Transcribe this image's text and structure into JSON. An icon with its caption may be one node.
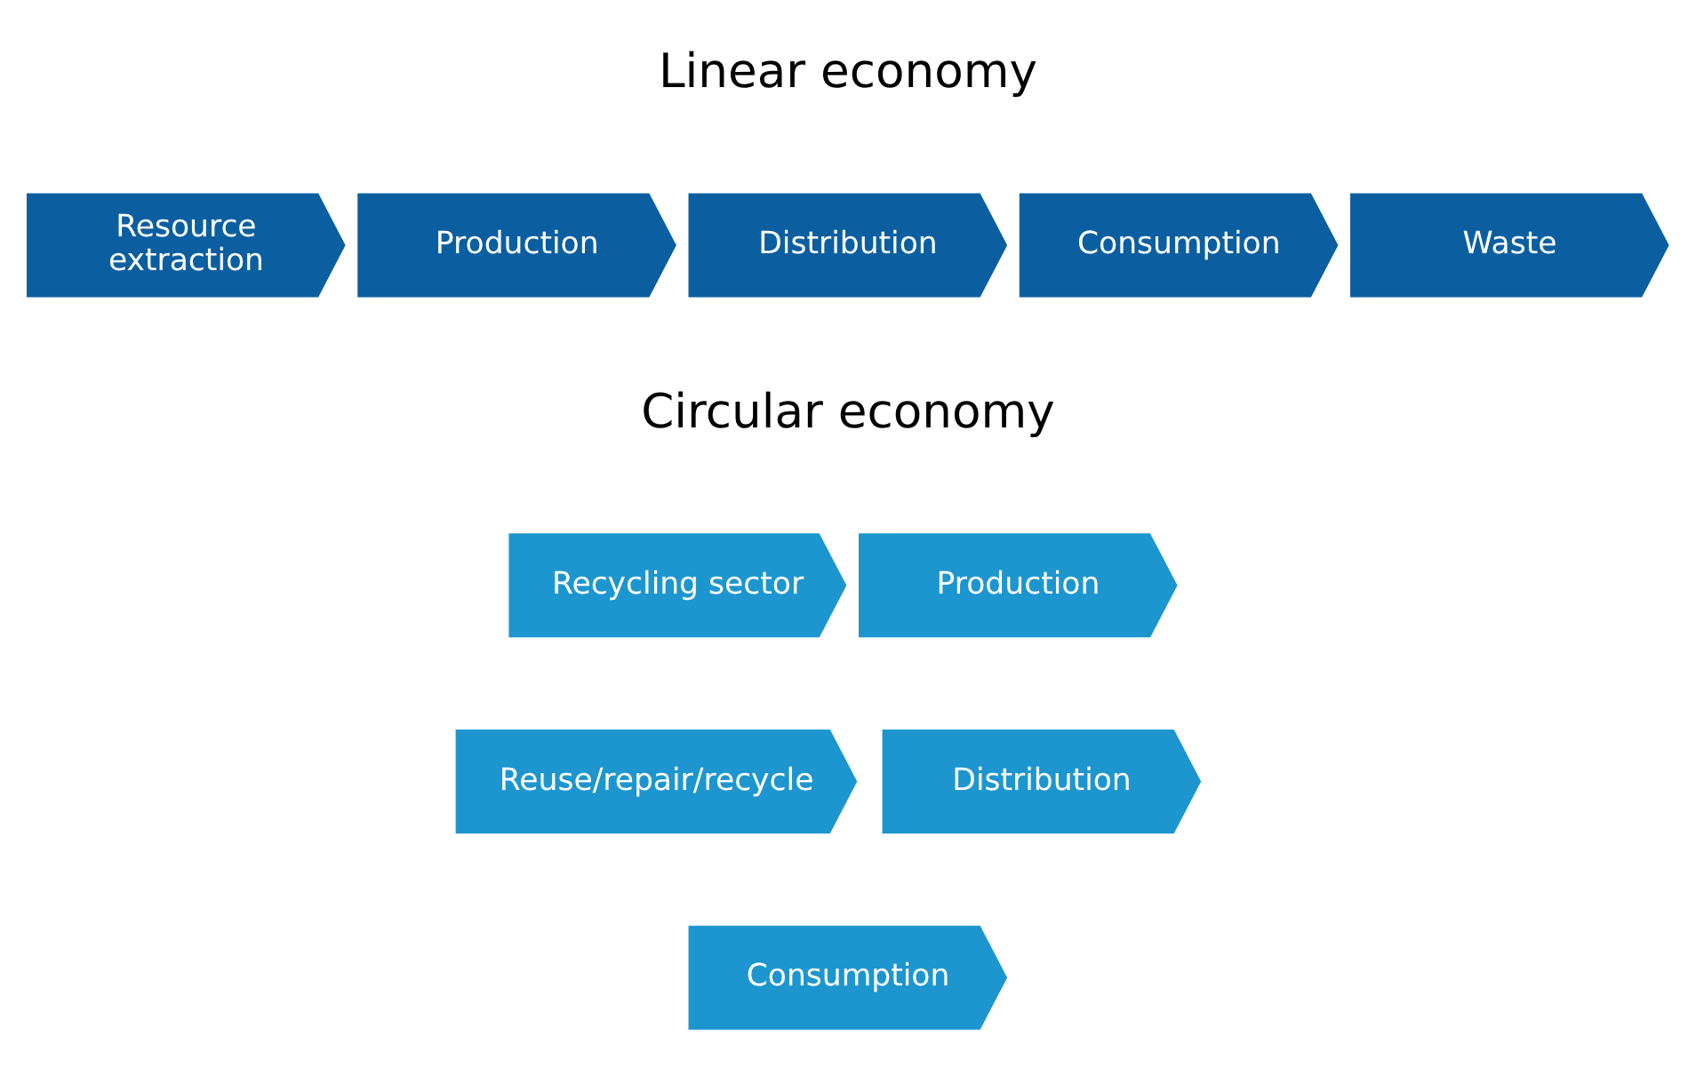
{
  "diagram": {
    "nodes": [
      {
        "text": [
          "Resource extraction"
        ]
      },
      {
        "text": [
          "Production"
        ]
      },
      {
        "text": [
          "Distribution"
        ]
      },
      {
        "text": [
          "Consumption"
        ]
      },
      {
        "text": [
          "Waste"
        ]
      },
      {
        "text": [
          "Recycling sector"
        ]
      },
      {
        "text": [
          "Production"
        ]
      },
      {
        "text": [
          "Distribution"
        ]
      },
      {
        "text": [
          "Consumption"
        ]
      },
      {
        "text": [
          "Reuse/repair/recycle"
        ]
      }
    ],
    "labels": [
      "Linear economy",
      "Circular economy"
    ]
  }
}
